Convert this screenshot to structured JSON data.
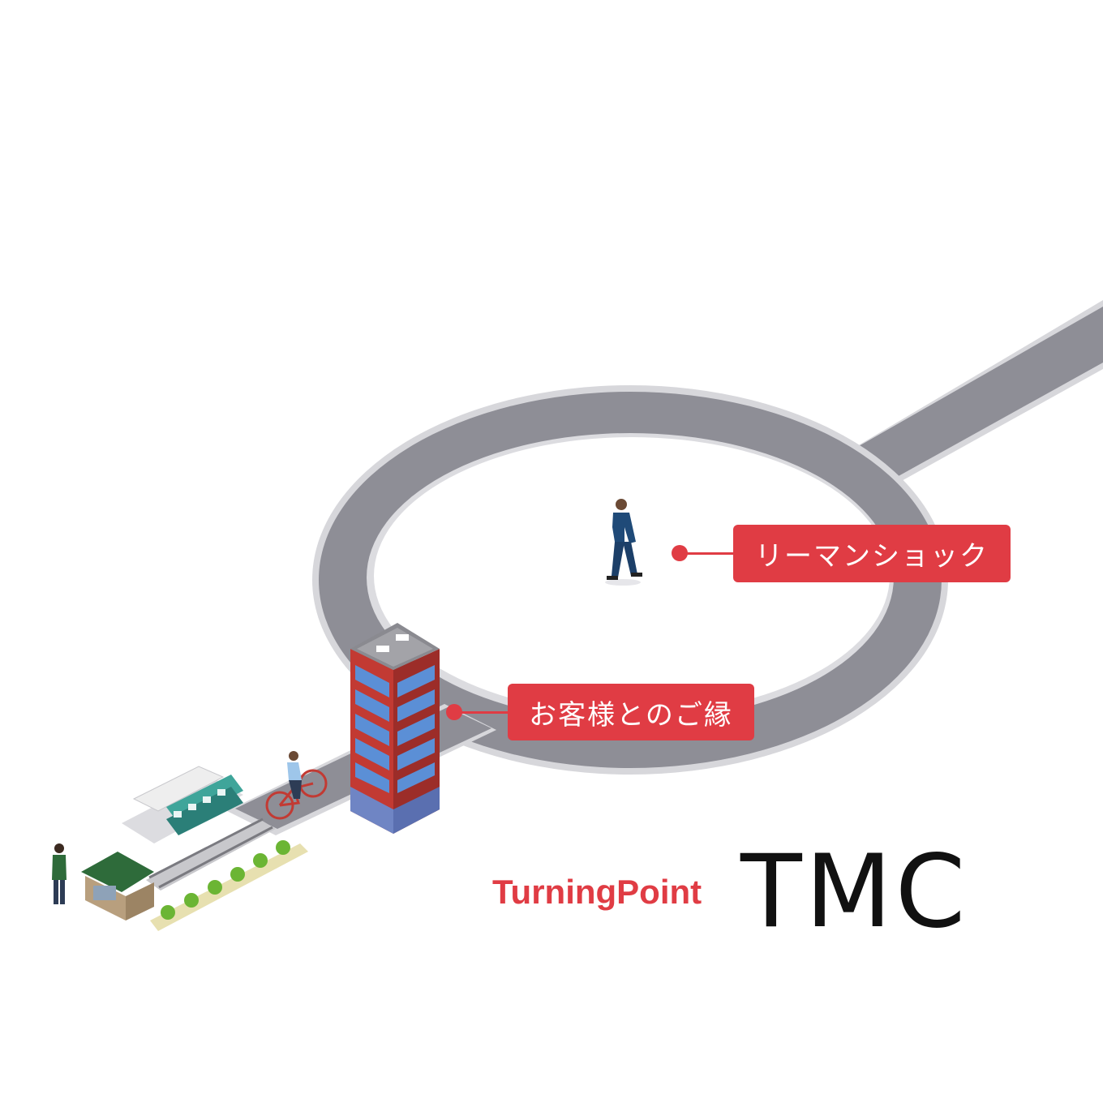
{
  "labels": {
    "lehman": "リーマンショック",
    "customer": "お客様とのご縁"
  },
  "brand": {
    "turning_point": "TurningPoint",
    "tmc": "TMC"
  },
  "colors": {
    "accent": "#e03c44",
    "road": "#8e8e96",
    "road_edge": "#d7d7db",
    "building_red": "#c23a33",
    "train_teal": "#3fa59a"
  }
}
